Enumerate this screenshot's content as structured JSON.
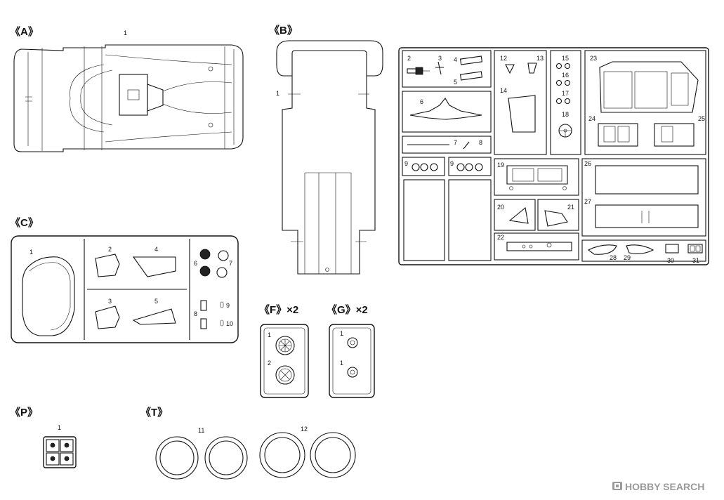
{
  "sheets": {
    "A": {
      "title": "《A》",
      "parts": [
        "1"
      ]
    },
    "B": {
      "title": "《B》",
      "parts": [
        "1"
      ]
    },
    "C": {
      "title": "《C》",
      "parts": [
        "1",
        "2",
        "3",
        "4",
        "5",
        "6",
        "7",
        "8",
        "9",
        "10"
      ]
    },
    "F": {
      "title": "《F》×2",
      "parts": [
        "1",
        "2"
      ]
    },
    "G": {
      "title": "《G》×2",
      "parts": [
        "1",
        "1"
      ]
    },
    "P": {
      "title": "《P》",
      "parts": [
        "1"
      ]
    },
    "T": {
      "title": "《T》",
      "parts": [
        "11",
        "12"
      ]
    },
    "grid": {
      "parts": [
        "2",
        "3",
        "4",
        "5",
        "6",
        "7",
        "8",
        "9",
        "9",
        "12",
        "13",
        "14",
        "15",
        "16",
        "17",
        "18",
        "19",
        "20",
        "21",
        "22",
        "23",
        "24",
        "25",
        "26",
        "27",
        "28",
        "29",
        "30",
        "31"
      ]
    }
  },
  "watermark": {
    "text": "HOBBY SEARCH",
    "icon": "hobby-search-logo-icon",
    "color": "#9a9a9a"
  }
}
